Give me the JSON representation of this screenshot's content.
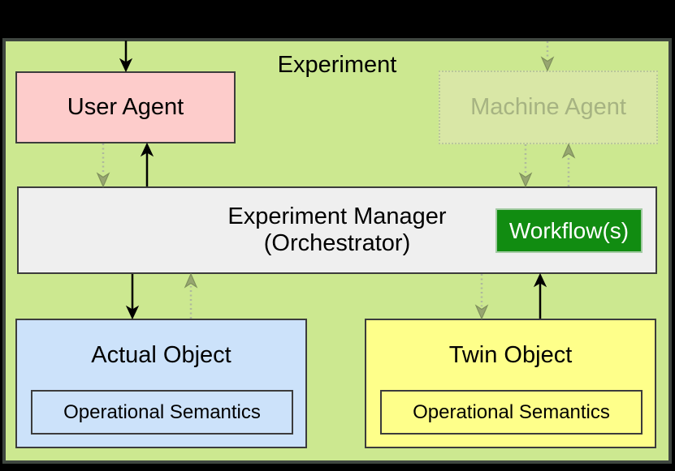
{
  "colors": {
    "page_background": "#000000",
    "experiment_background": "#cce890",
    "experiment_border": "#3f4640",
    "box_border": "#3c3c3c",
    "user_agent_fill": "#fdcccb",
    "machine_agent_fill": "#d9e7a6",
    "machine_agent_border": "#b9c79b",
    "machine_agent_text": "#a6b382",
    "manager_fill": "#efefef",
    "workflow_fill": "#118c11",
    "workflow_border": "#a3cba3",
    "workflow_text": "#ffffff",
    "actual_object_fill": "#cce2fa",
    "twin_object_fill": "#feff8a",
    "solid_arrow": "#000000",
    "dotted_arrow_line": "#aeb99c",
    "dotted_arrow_head": "#97a671",
    "dotted_arrow_head_stroke": "#7f905c"
  },
  "diagram": {
    "title": "Experiment",
    "user_agent": {
      "label": "User Agent"
    },
    "machine_agent": {
      "label": "Machine Agent"
    },
    "manager": {
      "line1": "Experiment Manager",
      "line2": "(Orchestrator)",
      "workflow_label": "Workflow(s)"
    },
    "actual_object": {
      "label": "Actual Object",
      "inner_label": "Operational Semantics"
    },
    "twin_object": {
      "label": "Twin Object",
      "inner_label": "Operational Semantics"
    },
    "arrows": [
      {
        "id": "environment-to-user-agent",
        "style": "solid"
      },
      {
        "id": "environment-to-machine-agent",
        "style": "dotted"
      },
      {
        "id": "user-agent-to-manager",
        "style": "dotted"
      },
      {
        "id": "manager-to-user-agent",
        "style": "solid"
      },
      {
        "id": "machine-agent-to-manager",
        "style": "dotted"
      },
      {
        "id": "manager-to-machine-agent",
        "style": "dotted"
      },
      {
        "id": "manager-to-actual-object",
        "style": "solid"
      },
      {
        "id": "actual-object-to-manager",
        "style": "dotted"
      },
      {
        "id": "manager-to-twin-object",
        "style": "dotted"
      },
      {
        "id": "twin-object-to-manager",
        "style": "solid"
      }
    ]
  }
}
